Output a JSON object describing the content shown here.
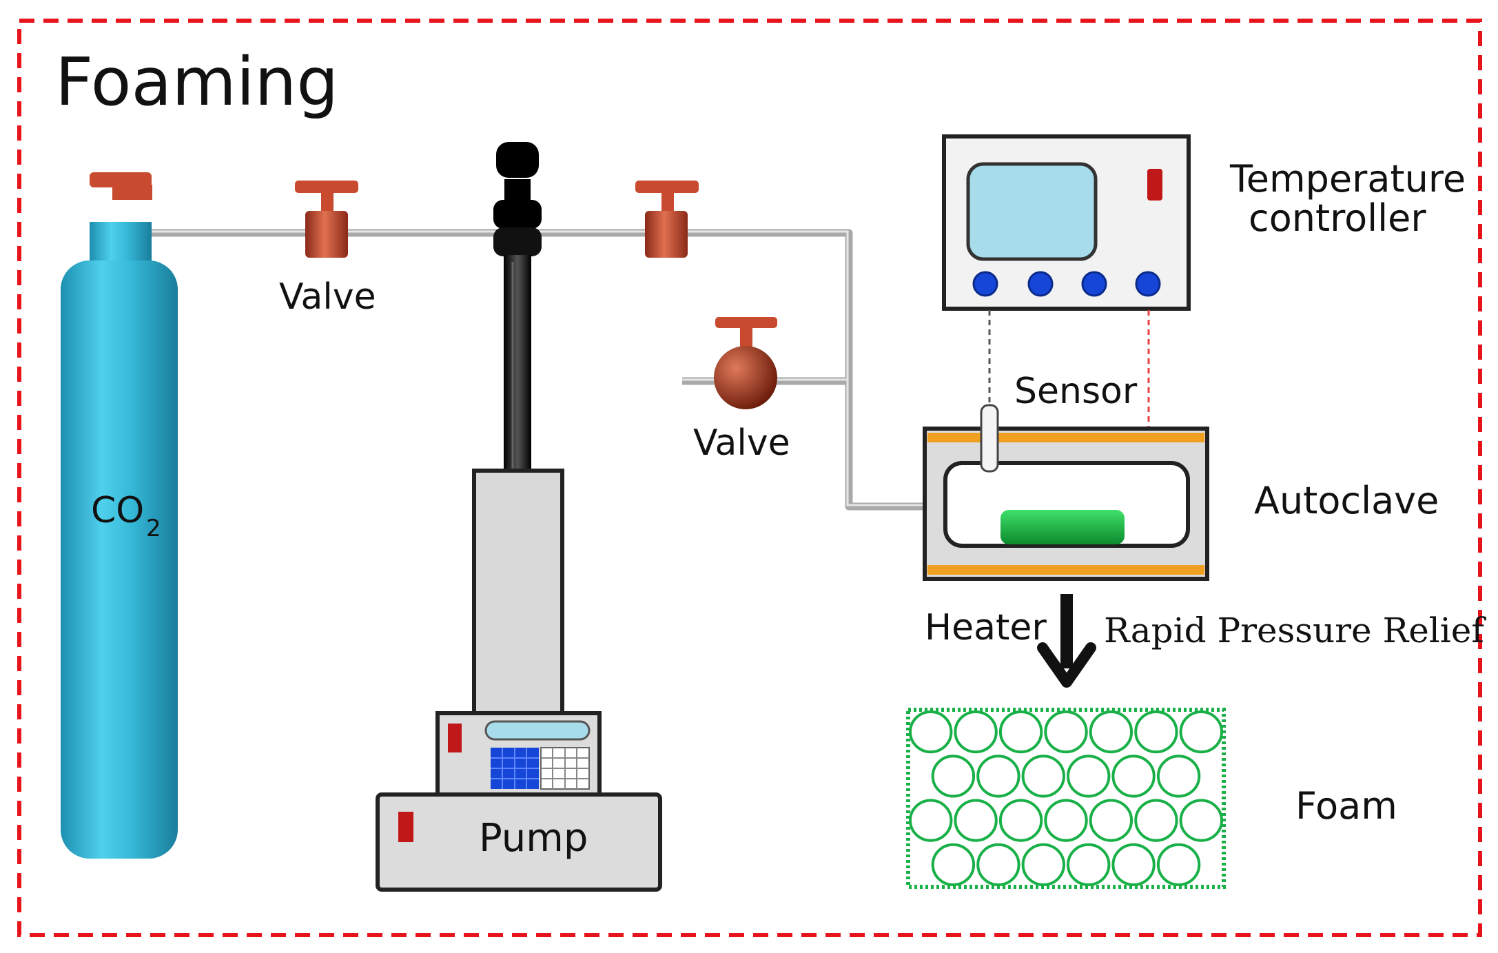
{
  "title": "Foaming",
  "labels": {
    "co2_main": "CO",
    "co2_sub": "2",
    "valve_1": "Valve",
    "valve_2": "Valve",
    "pump": "Pump",
    "temp_line1": "Temperature",
    "temp_line2": "controller",
    "sensor": "Sensor",
    "autoclave": "Autoclave",
    "heater": "Heater",
    "relief": "Rapid Pressure Relief",
    "foam": "Foam"
  },
  "colors": {
    "frame_dash": "#e8141b",
    "cylinder": "#33b8d6",
    "valve": "#c84a2f",
    "pipe": "#a9a9a9",
    "screen": "#a7dcea",
    "knob": "#1646d8",
    "heater_band": "#f0a020",
    "sample": "#14a63a",
    "foam": "#19b048",
    "relief_text": "#e02a2a",
    "indicator": "#c01818"
  },
  "icons": [
    "co2-cylinder-icon",
    "valve-icon",
    "pump-icon",
    "temperature-controller-icon",
    "autoclave-icon",
    "foam-icon",
    "arrow-down-icon"
  ]
}
